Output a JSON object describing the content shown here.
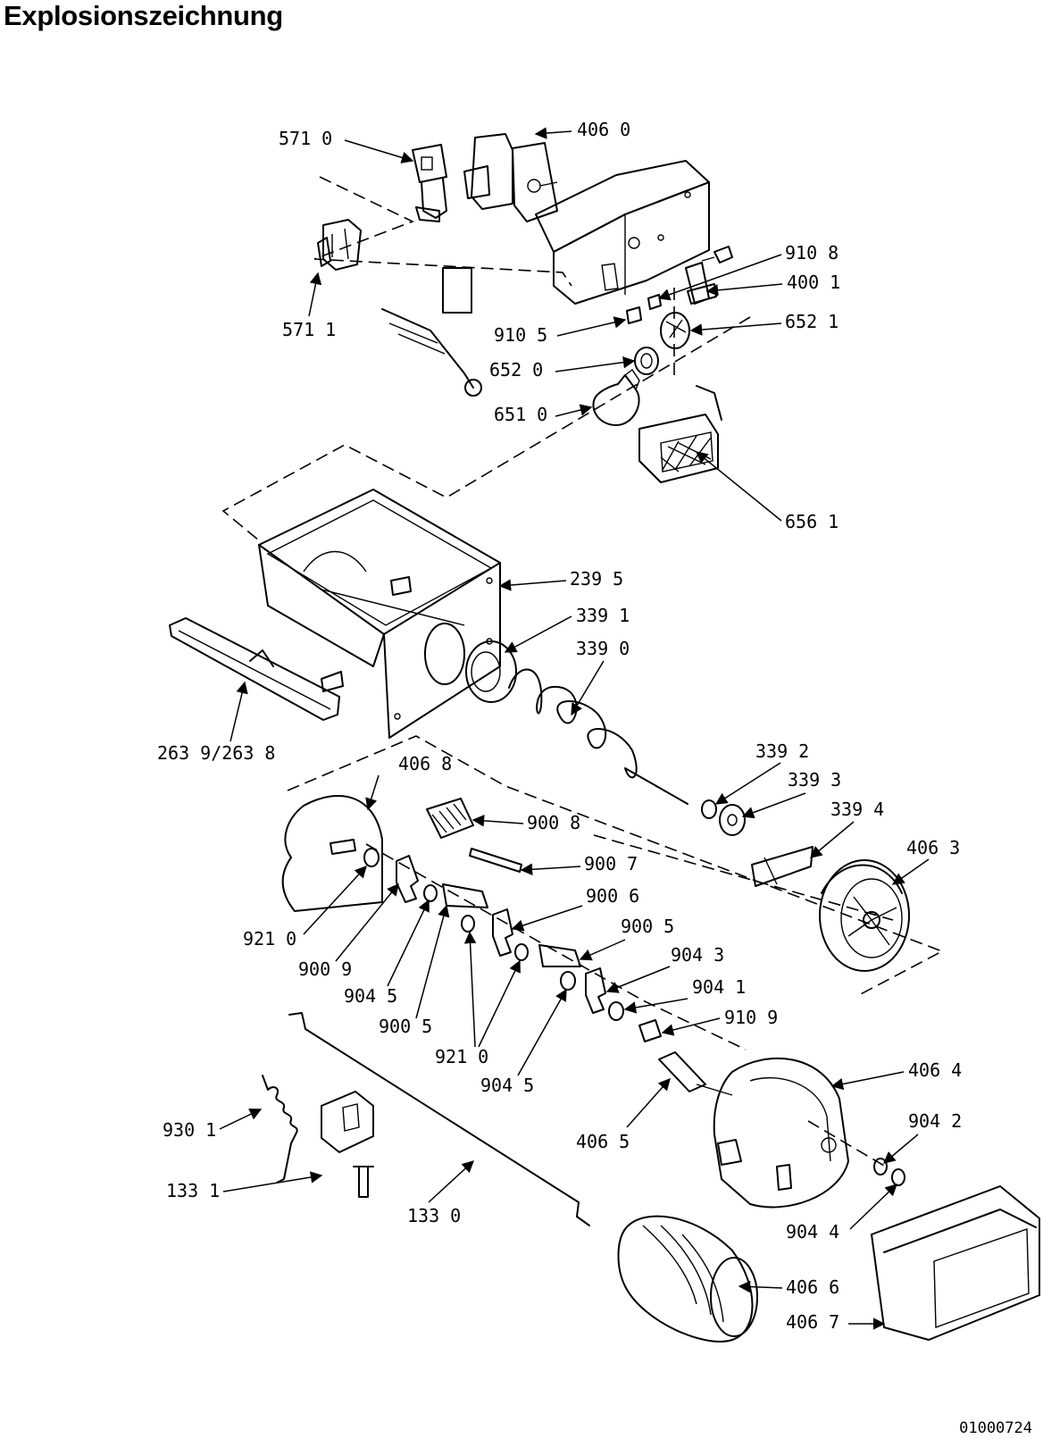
{
  "title": "Explosionszeichnung",
  "document_number": "01000724",
  "callouts": [
    "571 0",
    "406 0",
    "910 8",
    "400 1",
    "571 1",
    "910 5",
    "652 1",
    "652 0",
    "651 0",
    "656 1",
    "239 5",
    "339 1",
    "339 0",
    "263 9/263 8",
    "406 8",
    "339 2",
    "339 3",
    "900 8",
    "339 4",
    "406 3",
    "900 7",
    "900 6",
    "921 0",
    "900 5",
    "900 9",
    "904 3",
    "904 5",
    "904 1",
    "900 5",
    "910 9",
    "921 0",
    "904 5",
    "406 4",
    "406 5",
    "904 2",
    "930 1",
    "133 1",
    "133 0",
    "904 4",
    "406 6",
    "406 7"
  ]
}
